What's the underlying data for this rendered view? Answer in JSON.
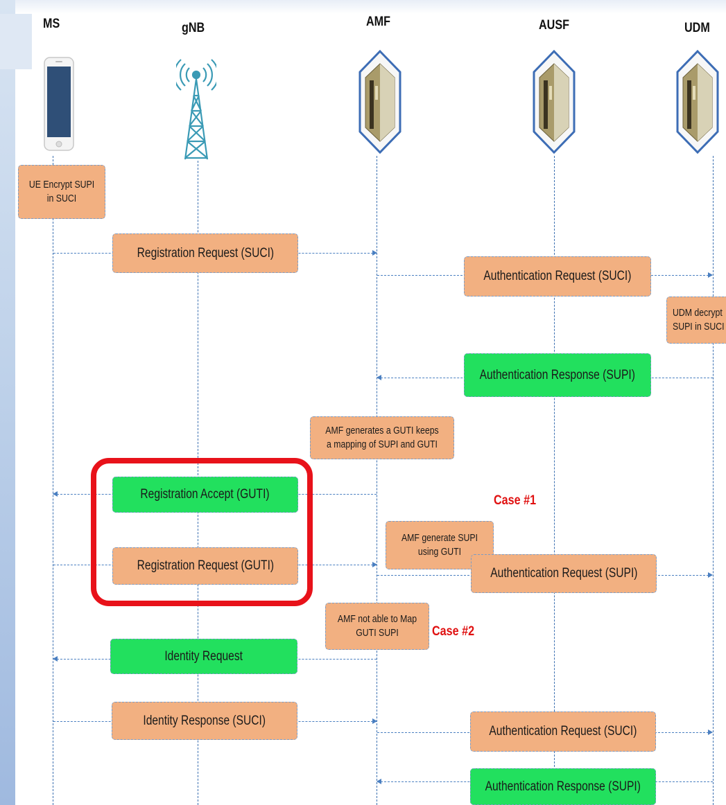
{
  "actors": {
    "ms": "MS",
    "gnb": "gNB",
    "amf": "AMF",
    "ausf": "AUSF",
    "udm": "UDM"
  },
  "messages": {
    "reg_req_suci": "Registration Request (SUCI)",
    "auth_req_suci_1": "Authentication Request (SUCI)",
    "auth_resp_supi_1": "Authentication Response (SUPI)",
    "reg_accept_guti": "Registration Accept (GUTI)",
    "reg_req_guti": "Registration Request (GUTI)",
    "auth_req_supi": "Authentication Request (SUPI)",
    "identity_request": "Identity Request",
    "identity_response": "Identity Response (SUCI)",
    "auth_req_suci_2": "Authentication Request (SUCI)",
    "auth_resp_supi_2": "Authentication Response (SUPI)"
  },
  "notes": {
    "ue_encrypt": "UE Encrypt SUPI in SUCI",
    "udm_decrypt": "UDM decrypt SUPI in SUCI",
    "amf_generates_guti": "AMF generates a GUTI keeps a mapping of SUPI and GUTI",
    "amf_generate_supi": "AMF generate SUPI using GUTI",
    "amf_not_able": "AMF not able to Map GUTI SUPI"
  },
  "cases": {
    "case1": "Case #1",
    "case2": "Case #2"
  },
  "colors": {
    "orange_box": "#f2b081",
    "green_box": "#22e05e",
    "highlight_border": "#e8121a",
    "case_text": "#e01010",
    "arrow": "#4a7fc1"
  },
  "icons": {
    "ms": "smartphone-icon",
    "gnb": "antenna-tower-icon",
    "amf": "server-cabinet-icon",
    "ausf": "server-cabinet-icon",
    "udm": "server-cabinet-icon"
  }
}
